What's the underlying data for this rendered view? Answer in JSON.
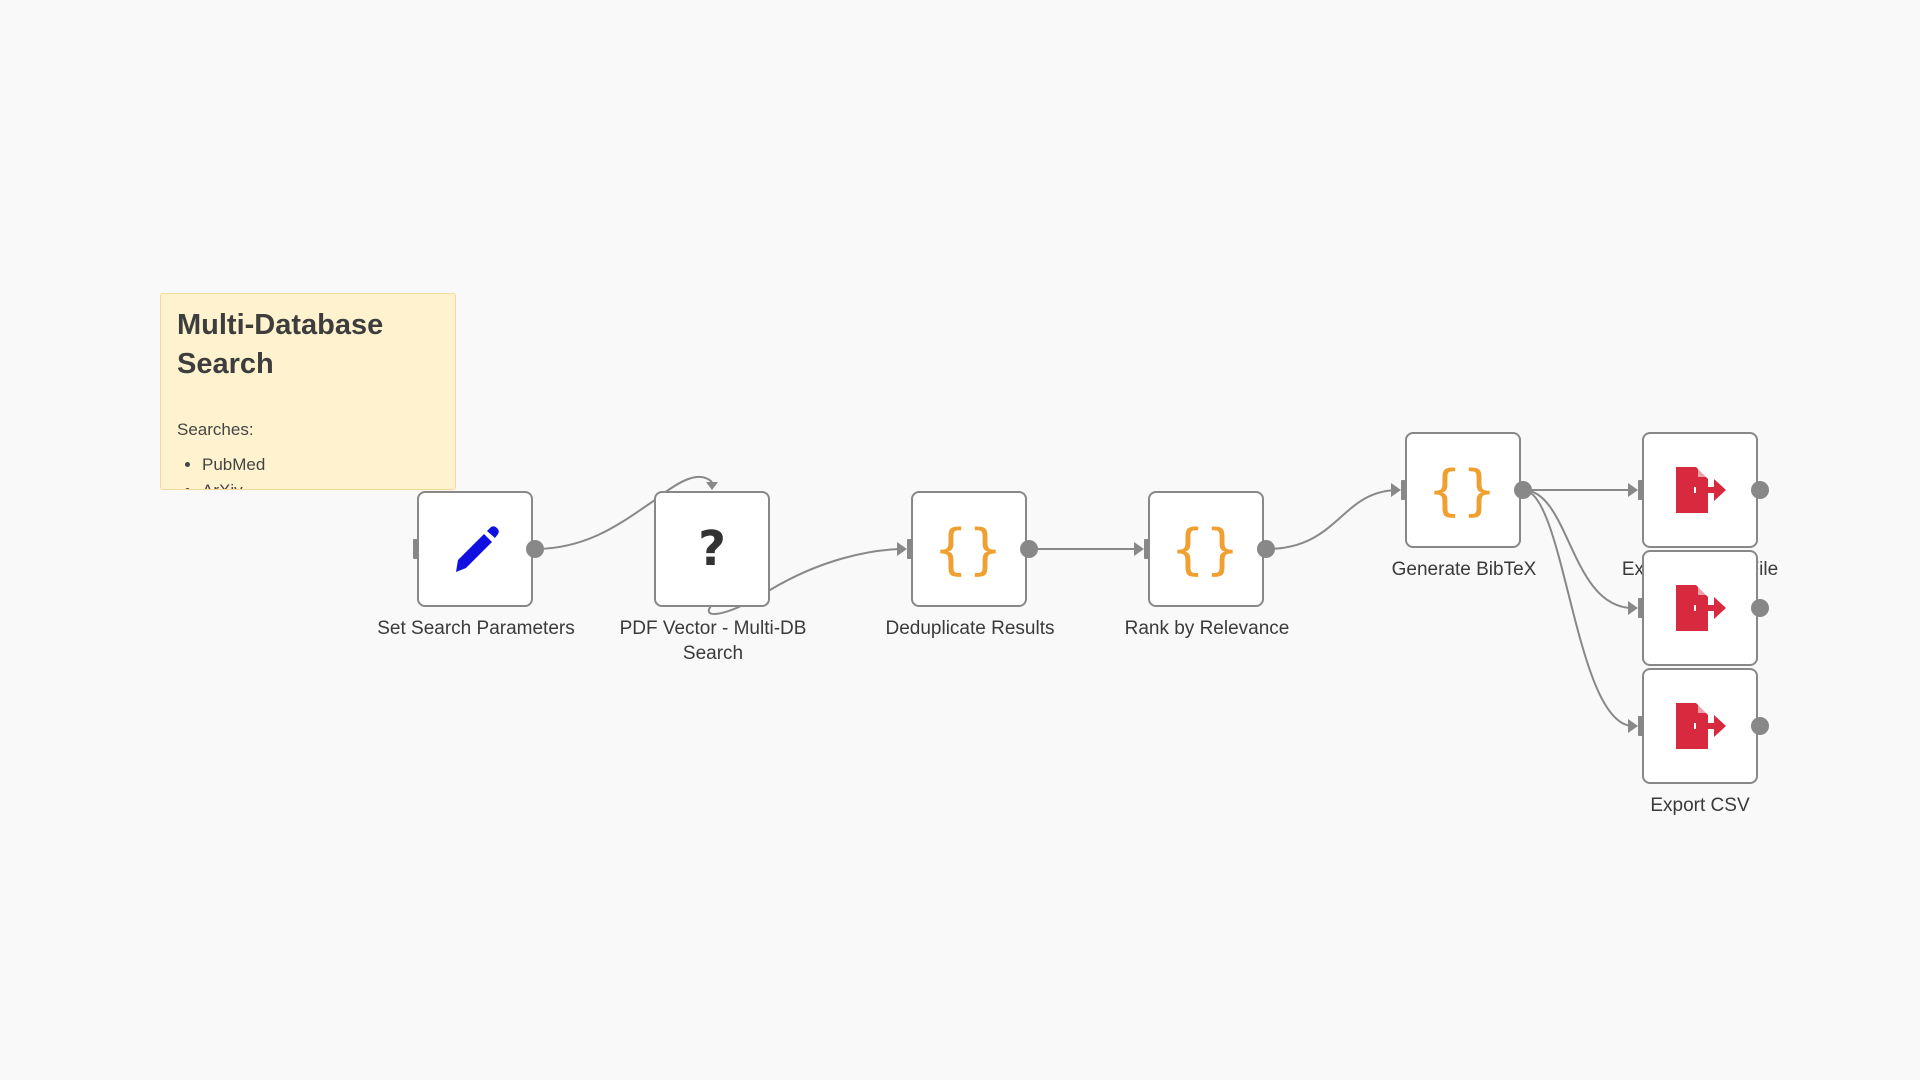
{
  "sticky_note": {
    "title": "Multi-Database Search",
    "subtitle": "Searches:",
    "items": [
      "PubMed",
      "ArXiv"
    ]
  },
  "nodes": {
    "set_params": {
      "label": "Set Search Parameters",
      "icon": "pencil-icon"
    },
    "pdf_vector": {
      "label": "PDF Vector - Multi-DB Search",
      "icon": "question-icon",
      "glyph": "?"
    },
    "dedupe": {
      "label": "Deduplicate Results",
      "icon": "code-icon",
      "glyph": "{}"
    },
    "rank": {
      "label": "Rank by Relevance",
      "icon": "code-icon",
      "glyph": "{}"
    },
    "bibtex": {
      "label": "Generate BibTeX",
      "icon": "code-icon",
      "glyph": "{}"
    },
    "export_file": {
      "label": "Export BibTeX File",
      "icon": "file-export-icon"
    },
    "export_2": {
      "label": "",
      "icon": "file-export-icon"
    },
    "export_csv": {
      "label": "Export CSV",
      "icon": "file-export-icon"
    }
  },
  "colors": {
    "canvas": "#f9f9f9",
    "node_border": "#888888",
    "wire": "#888888",
    "pencil": "#1010e0",
    "code_braces": "#f0a030",
    "file_export": "#d82a3e",
    "sticky_bg": "#fff3cf"
  }
}
